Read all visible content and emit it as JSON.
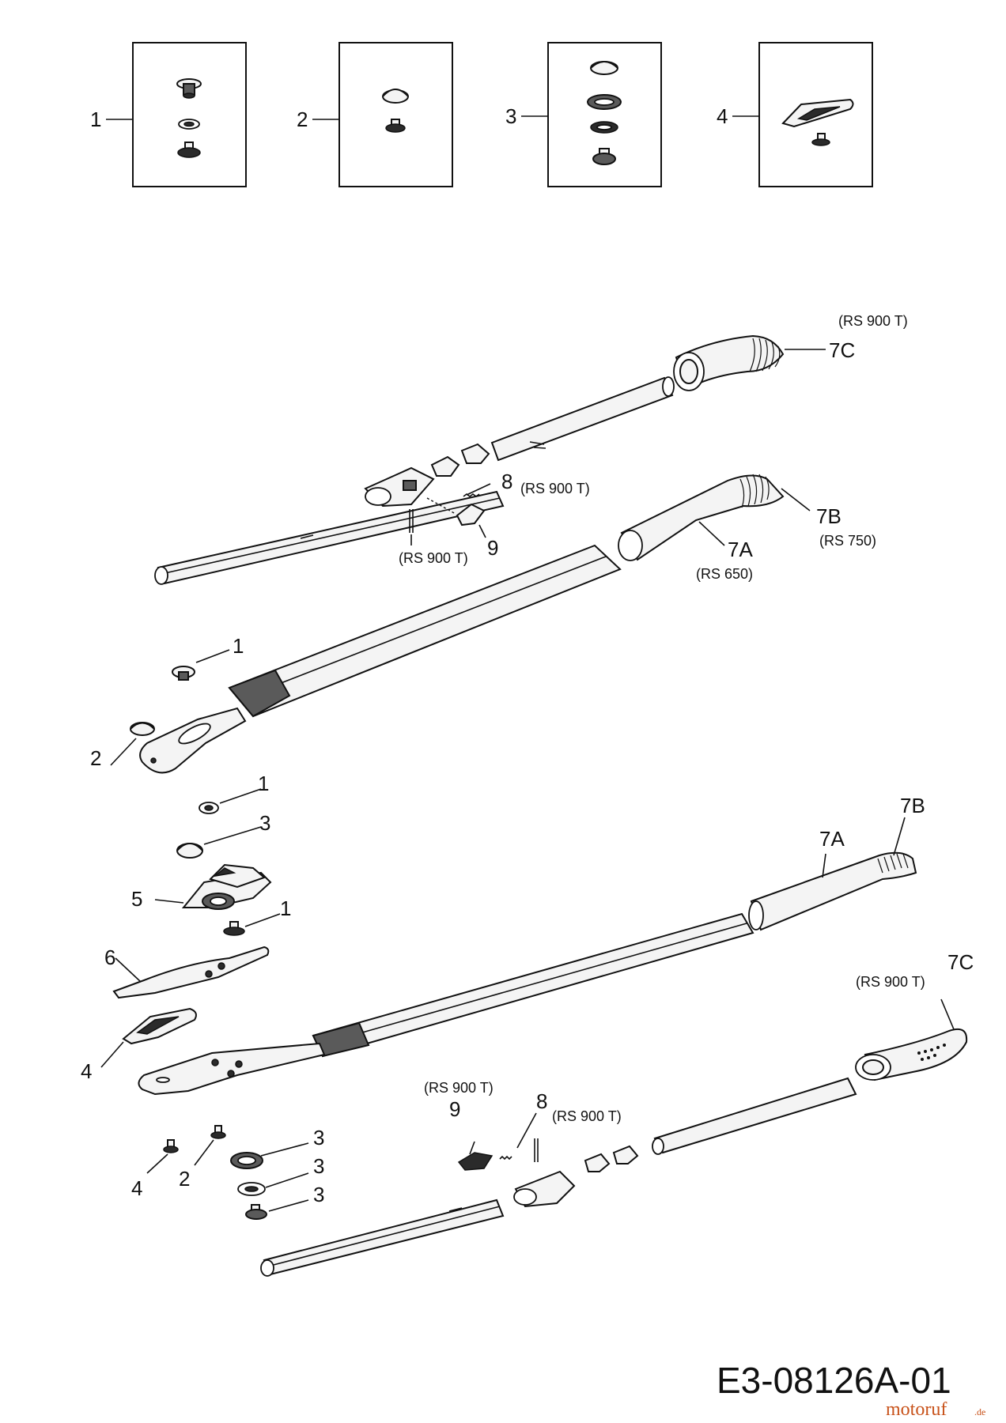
{
  "kits": [
    {
      "number": "1"
    },
    {
      "number": "2"
    },
    {
      "number": "3"
    },
    {
      "number": "4"
    }
  ],
  "upper_assembly": {
    "c7_note": "(RS 900 T)",
    "c7": "7C",
    "c8": "8",
    "c8_note": "(RS 900 T)",
    "c9": "9",
    "pin_note": "(RS 900 T)",
    "c7b": "7B",
    "c7b_note": "(RS 750)",
    "c7a": "7A",
    "c7a_note": "(RS 650)",
    "c1": "1",
    "c2": "2"
  },
  "hardware": {
    "c1a": "1",
    "c3a": "3",
    "c5": "5",
    "c1b": "1",
    "c6": "6",
    "c4a": "4"
  },
  "lower_assembly": {
    "c7a": "7A",
    "c7b": "7B",
    "c7c": "7C",
    "c7c_note": "(RS 900 T)",
    "c9_note": "(RS 900 T)",
    "c9": "9",
    "c8": "8",
    "c8_note": "(RS 900 T)",
    "c3a": "3",
    "c3b": "3",
    "c3c": "3",
    "c4": "4",
    "c2": "2"
  },
  "drawing_code": "E3-08126A-01",
  "watermark": {
    "name": "motoruf",
    "suffix": ".de"
  }
}
